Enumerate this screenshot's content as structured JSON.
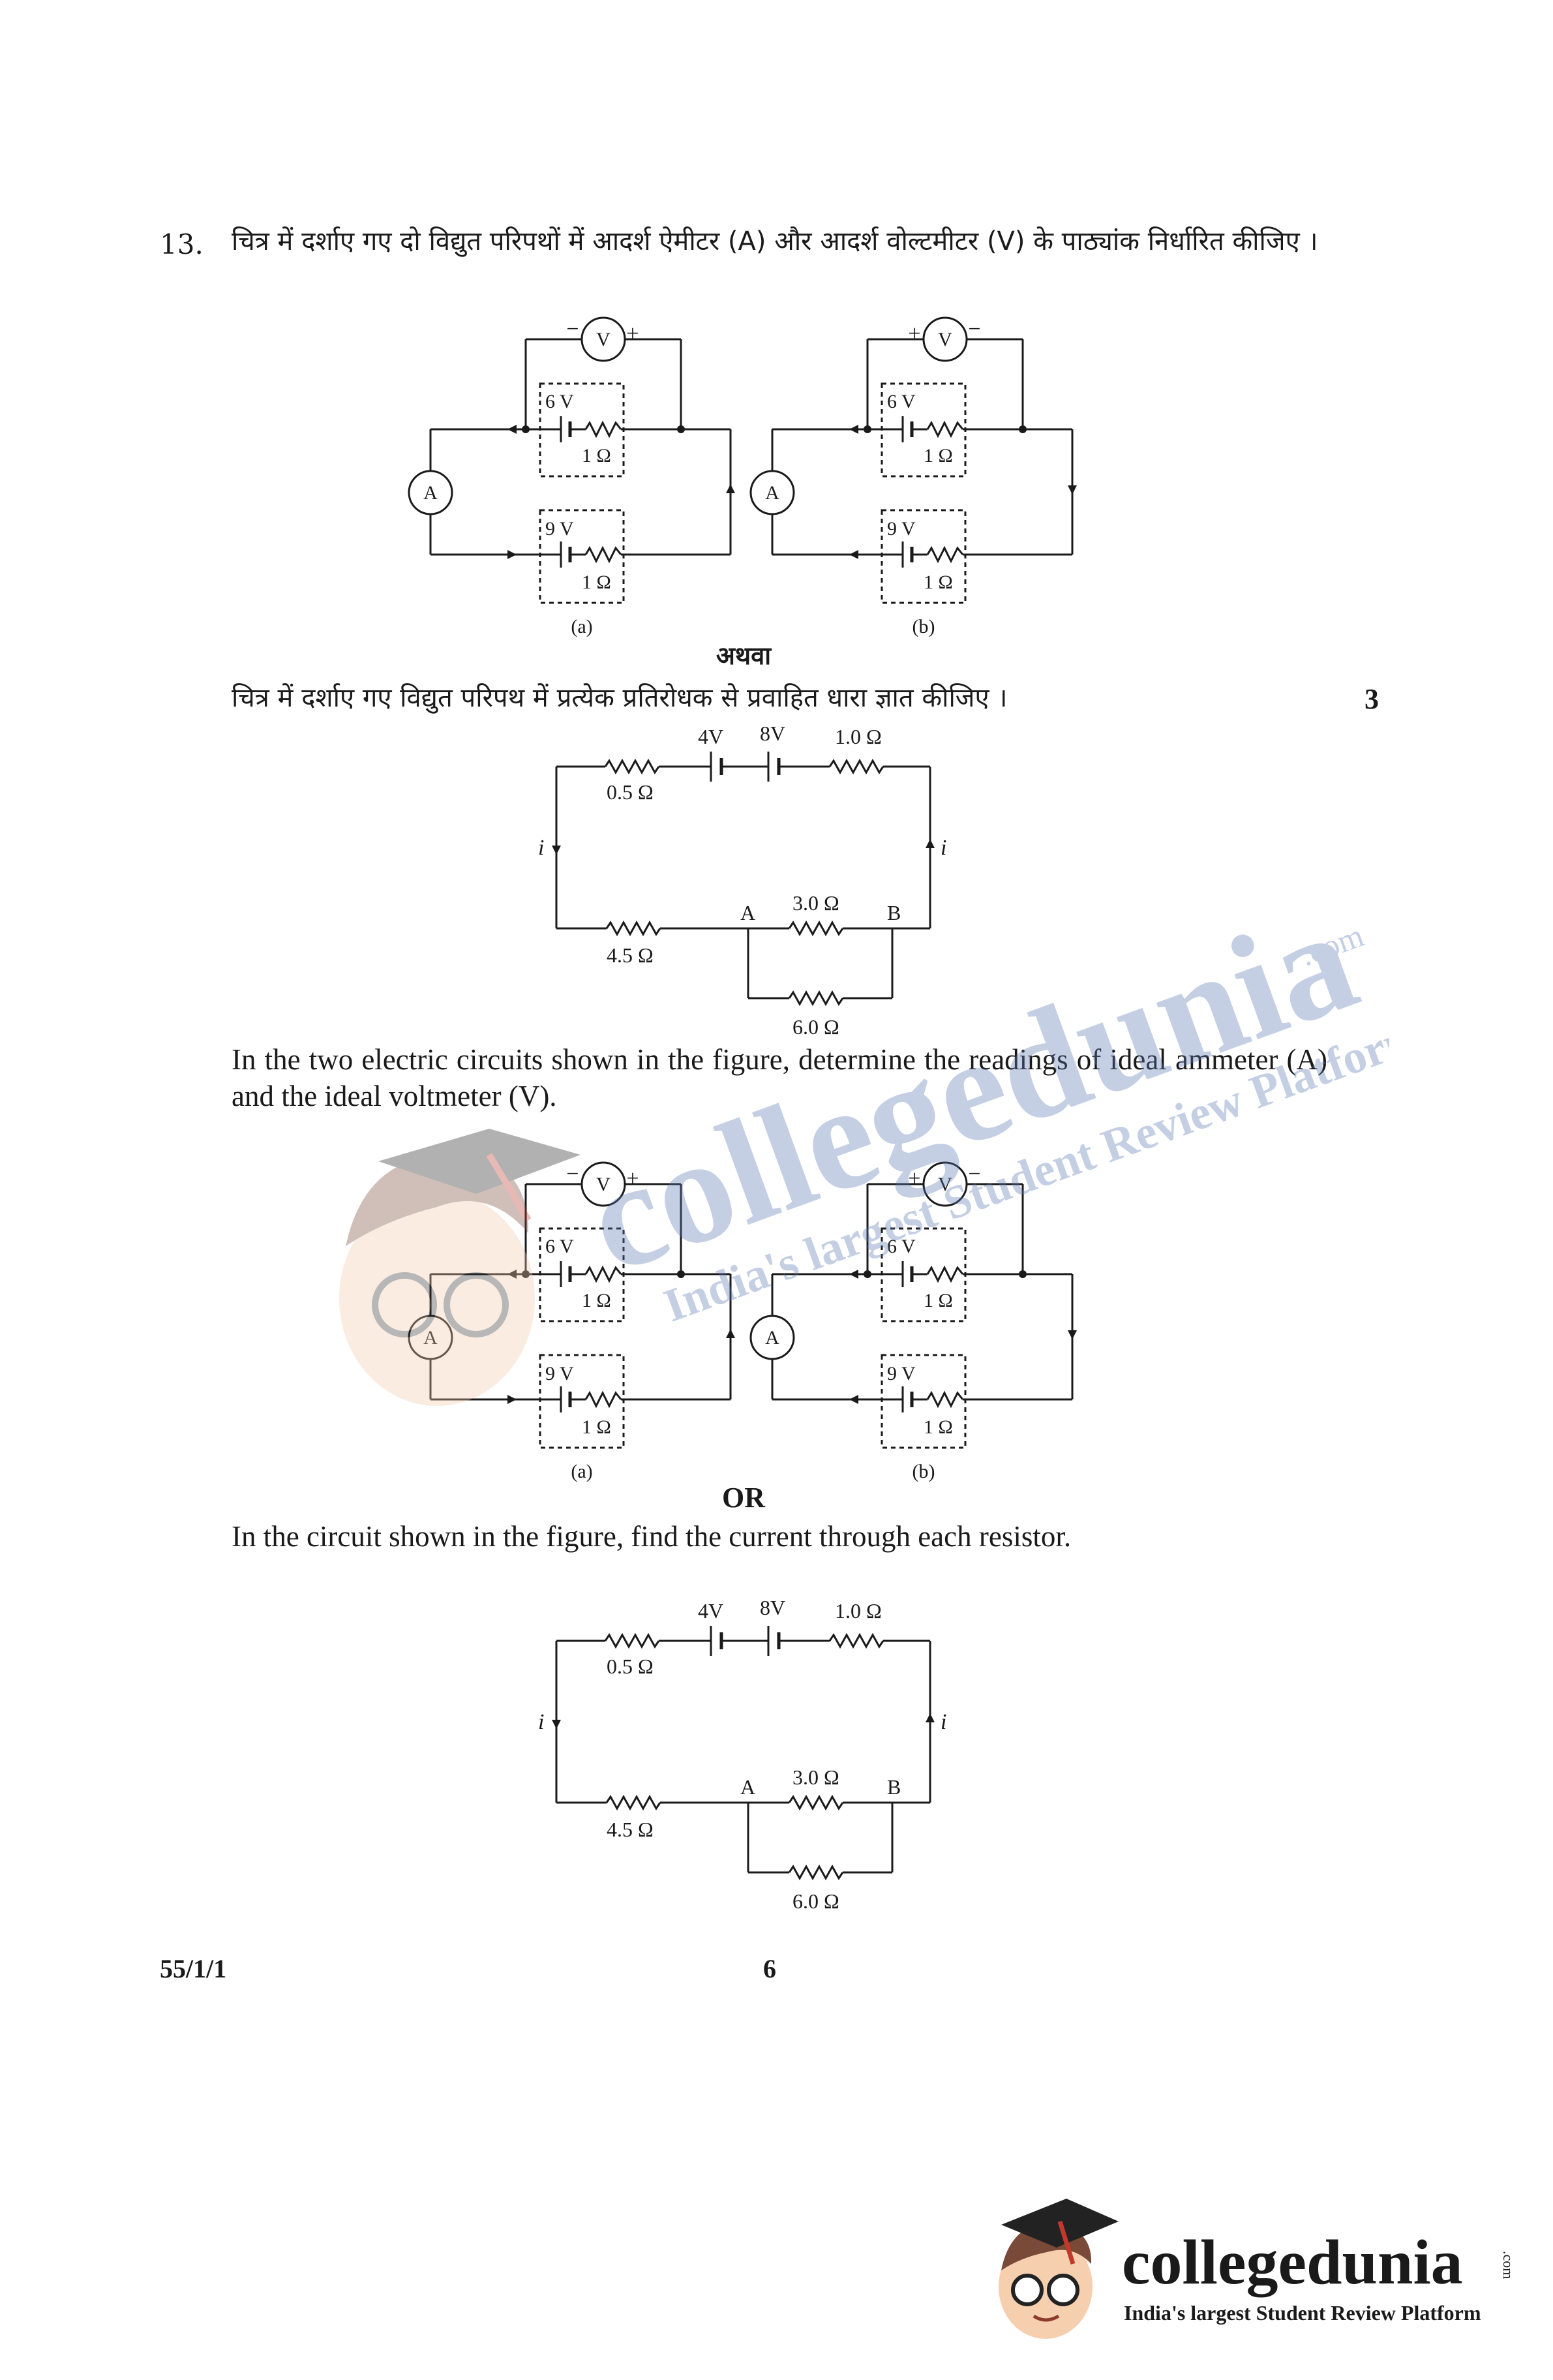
{
  "question": {
    "number": "13.",
    "hindi_text": "चित्र में दर्शाए गए दो विद्युत परिपथों में आदर्श ऐमीटर (A) और आदर्श वोल्टमीटर (V) के पाठ्यांक निर्धारित कीजिए ।",
    "hindi_or": "अथवा",
    "hindi_alt_text": "चित्र में दर्शाए गए विद्युत परिपथ में प्रत्येक प्रतिरोधक से प्रवाहित धारा ज्ञात कीजिए ।",
    "marks": "3",
    "english_text": "In the two electric circuits shown in the figure, determine the readings of ideal ammeter (A) and the ideal voltmeter (V).",
    "english_or": "OR",
    "english_alt_text": "In the circuit shown in the figure, find the current through each resistor."
  },
  "circuit_pair": {
    "voltmeter": "V",
    "ammeter": "A",
    "plus": "+",
    "minus": "−",
    "top_emf": "6 V",
    "bottom_emf": "9 V",
    "resistance": "1 Ω",
    "caption_a": "(a)",
    "caption_b": "(b)"
  },
  "circuit_single": {
    "emf_1": "4V",
    "emf_2": "8V",
    "r_top_left": "0.5 Ω",
    "r_top_right": "1.0 Ω",
    "r_bottom_left": "4.5 Ω",
    "r_ab": "3.0 Ω",
    "r_parallel": "6.0 Ω",
    "node_a": "A",
    "node_b": "B",
    "current": "i"
  },
  "footer": {
    "paper_code": "55/1/1",
    "page_number": "6"
  },
  "watermark": {
    "brand": "collegedunia",
    "suffix": ".com",
    "tagline": "India's largest Student Review Platform"
  },
  "logo": {
    "brand": "collegedunia",
    "suffix": ".com",
    "tagline": "India's largest Student Review Platform"
  }
}
